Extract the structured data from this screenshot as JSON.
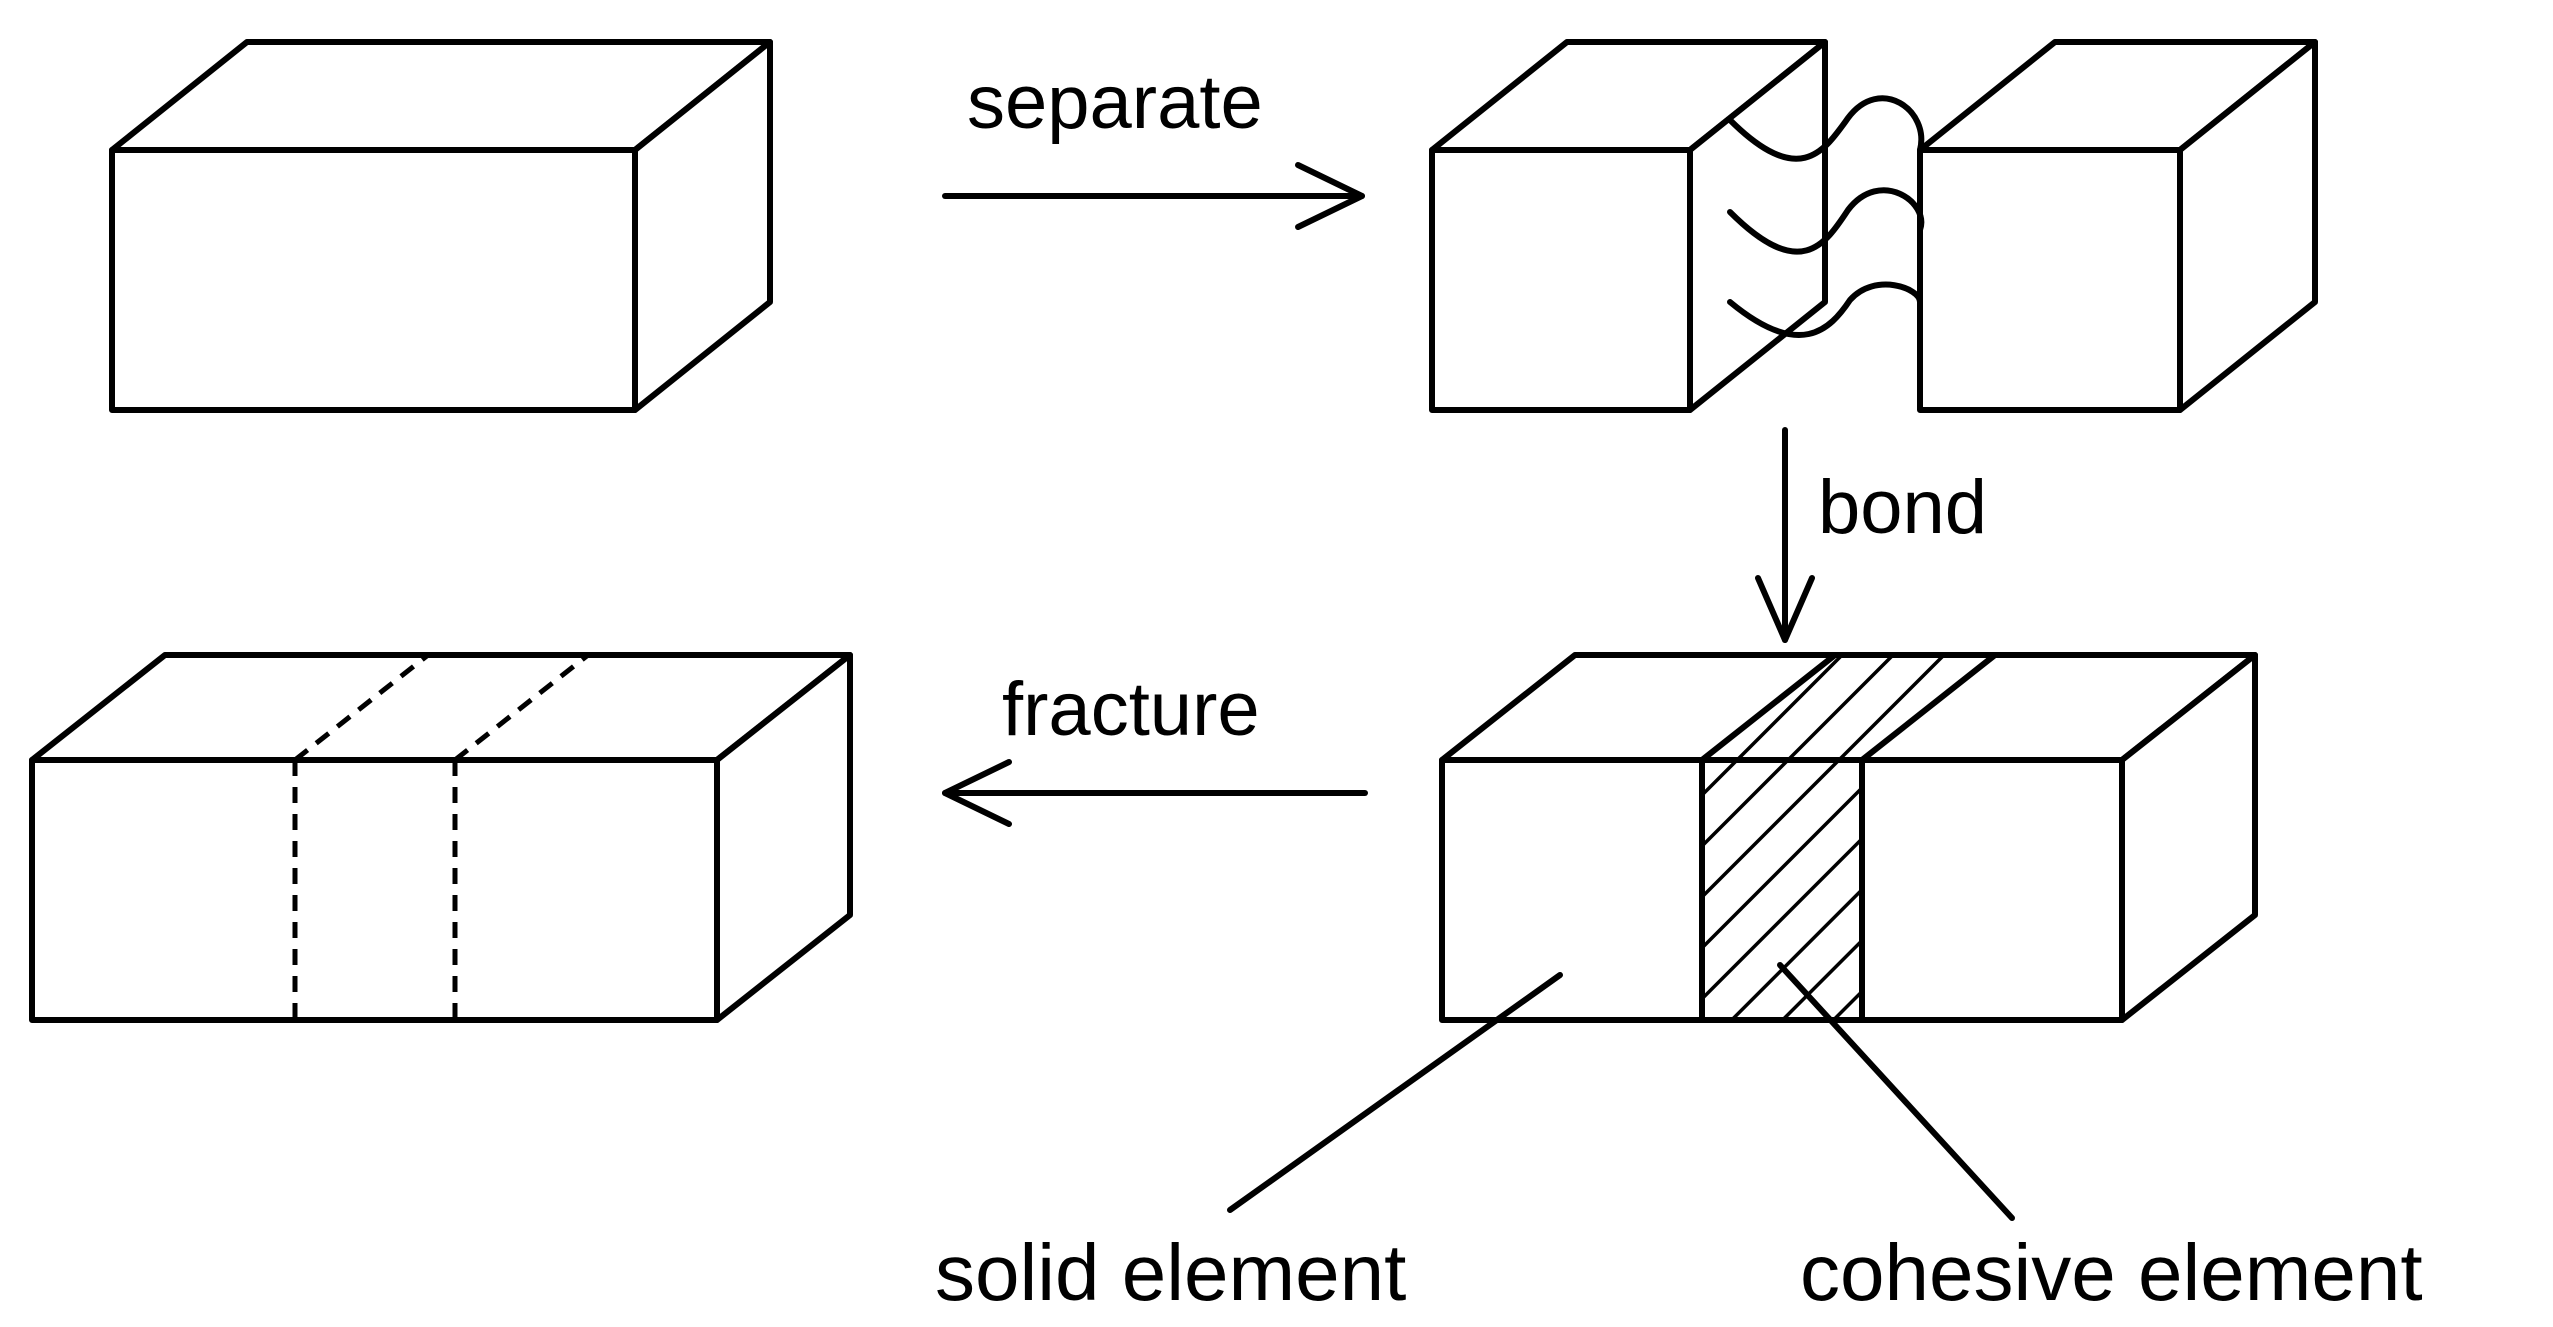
{
  "diagram": {
    "steps": {
      "separate": "separate",
      "bond": "bond",
      "fracture": "fracture"
    },
    "callouts": {
      "solid": "solid element",
      "cohesive": "cohesive element"
    }
  }
}
